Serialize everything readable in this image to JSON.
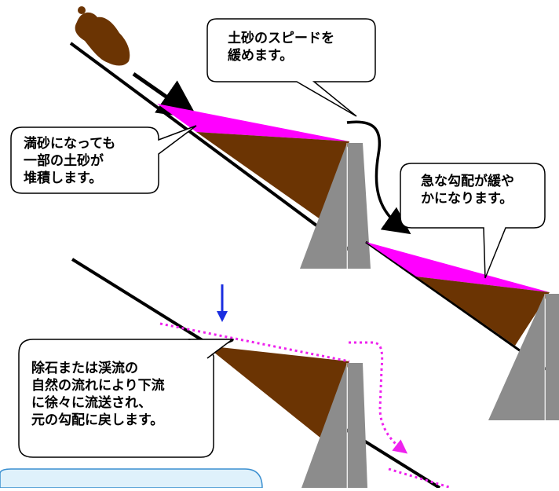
{
  "callouts": {
    "slow_speed": "土砂のスピードを\n緩めます。",
    "full_sediment": "満砂になっても\n一部の土砂が\n堆積します。",
    "gentle_slope": "急な勾配が緩や\nかになります。",
    "removal": "除石または渓流の\n自然の流れにより下流\nに徐々に流送され、\n元の勾配に戻します。"
  },
  "colors": {
    "sediment": "#6b3403",
    "deposit_top": "#ff00ff",
    "dam": "#8c8c8c",
    "flow_dotted": "#ee22ee",
    "down_arrow": "#1a2ee0",
    "bottom_box": "#dff1fb"
  },
  "icons": {
    "down_arrow": "down-arrow-icon",
    "flow_arrow": "flow-arrow-icon"
  }
}
